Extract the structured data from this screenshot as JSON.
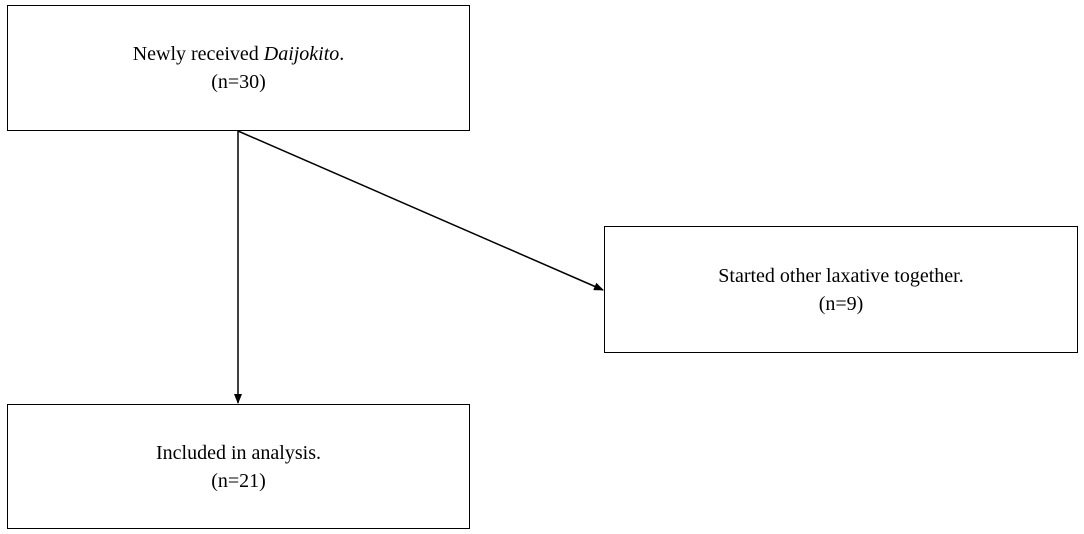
{
  "flowchart": {
    "start": {
      "label_prefix": "Newly received ",
      "label_italic": "Daijokito",
      "label_suffix": ".",
      "count": "(n=30)"
    },
    "excluded": {
      "label": "Started other laxative together.",
      "count": "(n=9)"
    },
    "included": {
      "label": "Included in analysis.",
      "count": "(n=21)"
    }
  },
  "colors": {
    "stroke": "#000000",
    "background": "#ffffff"
  }
}
